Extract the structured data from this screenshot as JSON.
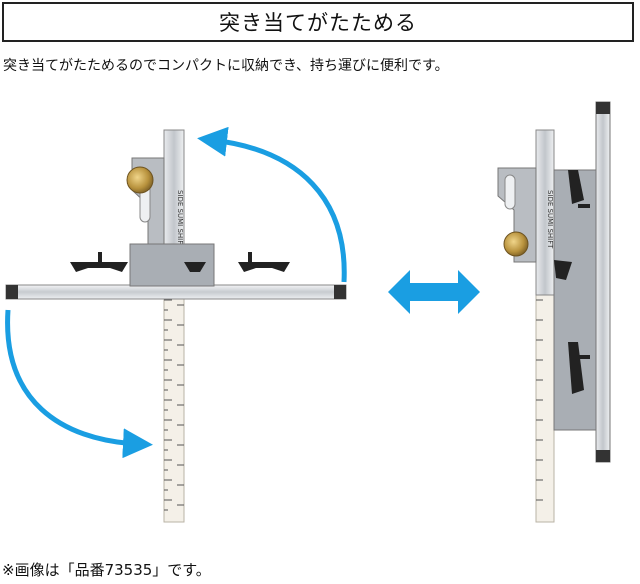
{
  "header": {
    "title": "突き当てがたためる"
  },
  "description": "突き当てがたためるのでコンパクトに収納でき、持ち運びに便利です。",
  "footnote": "※画像は「品番73535」です。",
  "product": {
    "engraving_left": "SIDE SUMI SHIFT",
    "engraving_right": "SIDE SUMI SHIFT"
  },
  "colors": {
    "arrow": "#1a9ee2",
    "metal": "#c9ccd0",
    "brass": "#b8923d",
    "knob": "#222222"
  }
}
